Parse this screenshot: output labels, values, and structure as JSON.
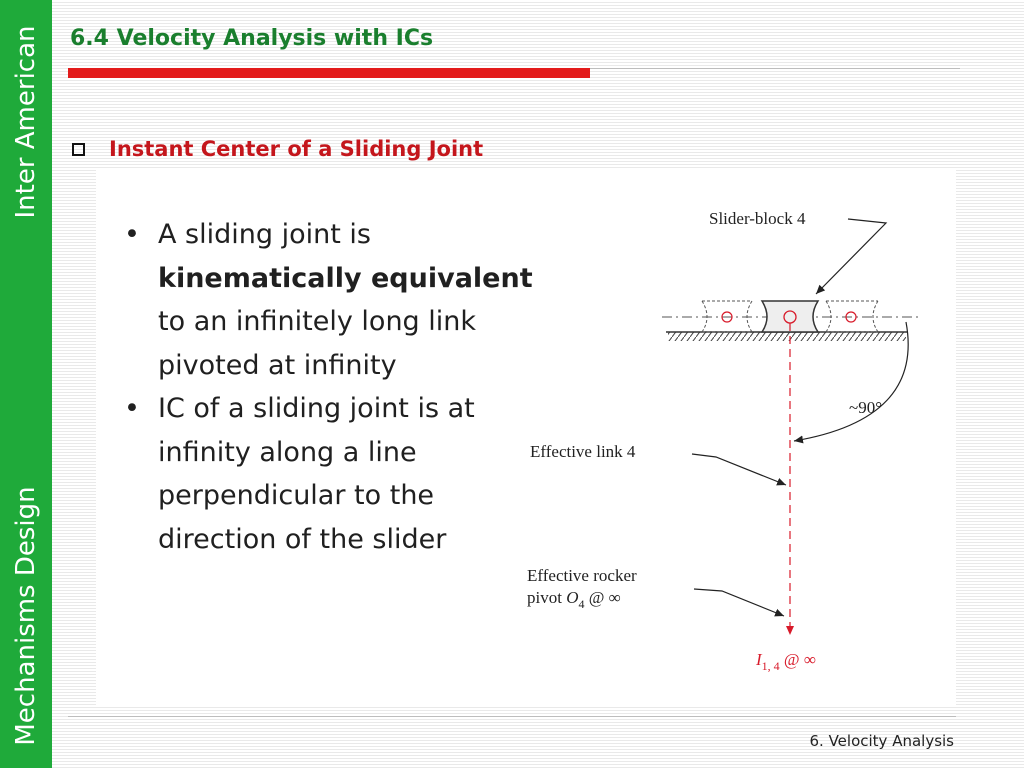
{
  "sidebar": {
    "top_label": "Inter American",
    "bottom_label": "Mechanisms Design"
  },
  "header": {
    "title": "6.4 Velocity Analysis with ICs"
  },
  "section": {
    "heading": "Instant Center of a Sliding Joint"
  },
  "bullets": [
    {
      "lead": "A sliding joint is ",
      "bold": "kinematically equivalent",
      "rest": " to an infinitely long link pivoted at infinity"
    },
    {
      "text": "IC of a sliding joint is at infinity along a line perpendicular to the direction of the slider"
    }
  ],
  "diagram": {
    "label_slider_block": "Slider-block 4",
    "label_angle": "~90°",
    "label_effective_link": "Effective link 4",
    "label_rocker_line1": "Effective rocker",
    "label_rocker_pivot": "pivot ",
    "label_rocker_O": "O",
    "label_rocker_sub": "4",
    "label_rocker_inf": " @ ∞",
    "label_ic_I": "I",
    "label_ic_sub": "1, 4",
    "label_ic_inf": " @ ∞",
    "accent_color": "#d81a2a"
  },
  "footer": {
    "chapter": "6. Velocity Analysis"
  }
}
